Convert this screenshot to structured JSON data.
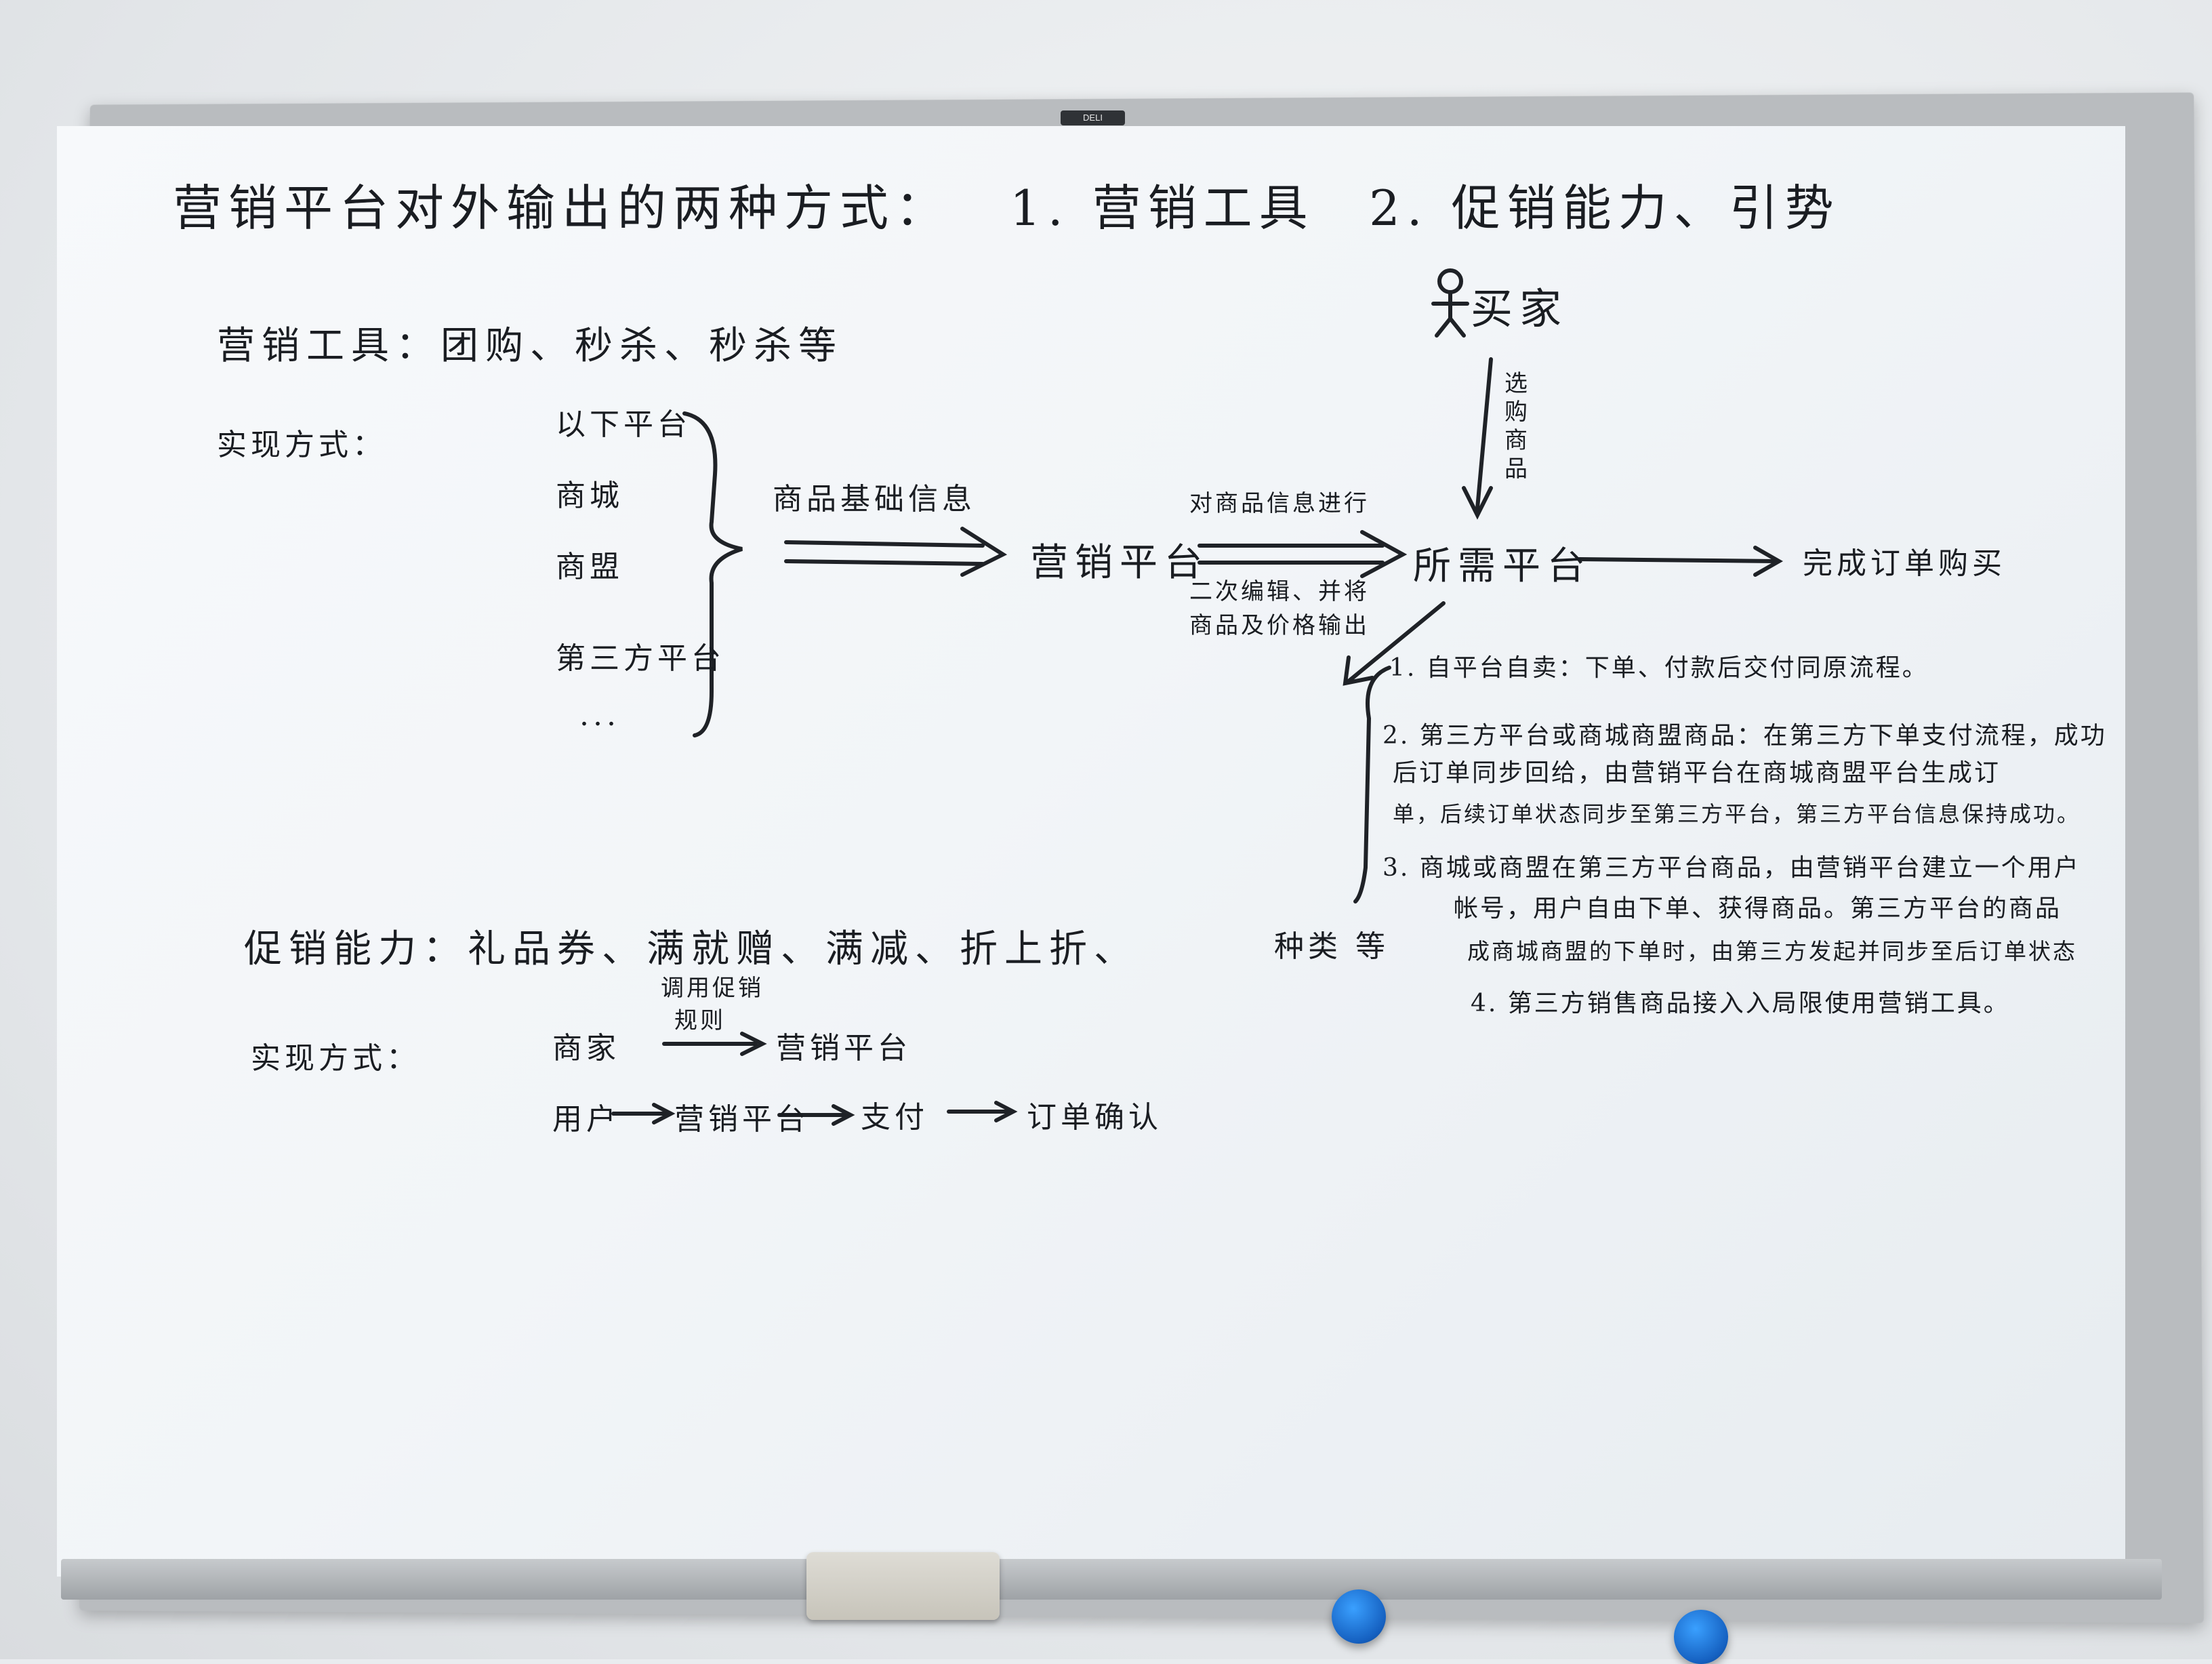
{
  "title": "营销平台对外输出的两种方式：",
  "title_items": [
    "1. 营销工具",
    "2. 促销能力、引势"
  ],
  "customer": "买家",
  "section1": {
    "label": "营销工具：团购、秒杀、秒杀等",
    "method_label": "实现方式：",
    "sources": [
      "以下平台",
      "商城",
      "商盟",
      "第三方平台",
      "..."
    ],
    "arrow1_label": "商品基础信息",
    "hub": "营销平台",
    "arrow2_top": "对商品信息进行",
    "arrow2_bottom": [
      "二次编辑、并将",
      "商品及价格输出"
    ],
    "vertical_arrow_label": "选购商品",
    "target": "所需平台",
    "end": "完成订单购买",
    "notes": [
      "1. 自平台自卖：下单、付款后交付同原流程。",
      "2. 第三方平台或商城商盟商品：在第三方下单支付流程，成功",
      "后订单同步回给，由营销平台在商城商盟平台生成订",
      "单，后续订单状态同步至第三方平台，第三方平台信息保持成功。",
      "3. 商城或商盟在第三方平台商品，由营销平台建立一个用户",
      "帐号，用户自由下单、获得商品。第三方平台的商品",
      "成商城商盟的下单时，由第三方发起并同步至后订单状态",
      "4. 第三方销售商品接入入局限使用营销工具。"
    ],
    "etc": "种类 等"
  },
  "section2": {
    "label": "促销能力：礼品券、满就赠、满减、折上折、",
    "method_label": "实现方式：",
    "flow1": [
      "商家",
      "营销平台"
    ],
    "flow1_arrow_label": [
      "调用促销",
      "规则"
    ],
    "flow2": [
      "用户",
      "营销平台",
      "支付",
      "订单确认"
    ]
  },
  "frame_brand": "DELI"
}
